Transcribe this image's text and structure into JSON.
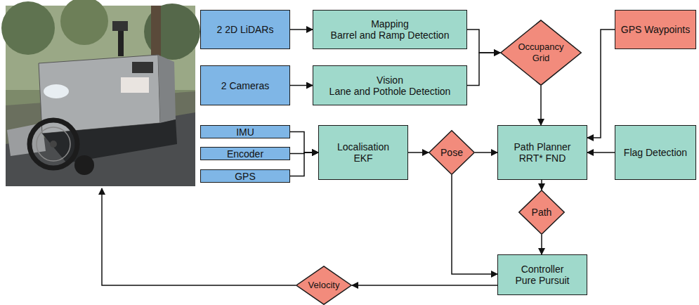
{
  "diagram": {
    "nodes": [
      {
        "text": [
          "2 2D LiDARs"
        ]
      },
      {
        "text": [
          "Mapping",
          "Barrel and Ramp Detection"
        ]
      },
      {
        "text": [
          "Occupancy Grid"
        ]
      },
      {
        "text": [
          "GPS Waypoints"
        ]
      },
      {
        "text": [
          "2 Cameras"
        ]
      },
      {
        "text": [
          "Vision",
          "Lane and Pothole Detection"
        ]
      },
      {
        "text": [
          "IMU"
        ]
      },
      {
        "text": [
          "Encoder"
        ]
      },
      {
        "text": [
          "GPS"
        ]
      },
      {
        "text": [
          "Localisation",
          "EKF"
        ]
      },
      {
        "text": [
          "Pose"
        ]
      },
      {
        "text": [
          "Path Planner",
          "RRT* FND"
        ]
      },
      {
        "text": [
          "Flag Detection"
        ]
      },
      {
        "text": [
          "Path"
        ]
      },
      {
        "text": [
          "Controller",
          "Pure Pursuit"
        ]
      },
      {
        "text": [
          "Velocity"
        ]
      }
    ],
    "edges": [
      {
        "from": 0,
        "to": 1,
        "arrow": "to"
      },
      {
        "from": 4,
        "to": 5,
        "arrow": "to"
      },
      {
        "from": 1,
        "to": 2,
        "arrow": "to"
      },
      {
        "from": 5,
        "to": 2,
        "arrow": "to"
      },
      {
        "from": 2,
        "to": 11,
        "arrow": "to"
      },
      {
        "from": 3,
        "to": 11,
        "arrow": "to"
      },
      {
        "from": 12,
        "to": 11,
        "arrow": "to"
      },
      {
        "from": 6,
        "to": 9,
        "arrow": "to"
      },
      {
        "from": 7,
        "to": 9,
        "arrow": "to"
      },
      {
        "from": 8,
        "to": 9,
        "arrow": "to"
      },
      {
        "from": 9,
        "to": 10,
        "arrow": "to"
      },
      {
        "from": 10,
        "to": 11,
        "arrow": "to"
      },
      {
        "from": 11,
        "to": 13,
        "arrow": "to"
      },
      {
        "from": 13,
        "to": 14,
        "arrow": "to"
      },
      {
        "from": 10,
        "to": 14,
        "arrow": "to"
      },
      {
        "from": 14,
        "to": 15,
        "arrow": "to"
      }
    ]
  }
}
